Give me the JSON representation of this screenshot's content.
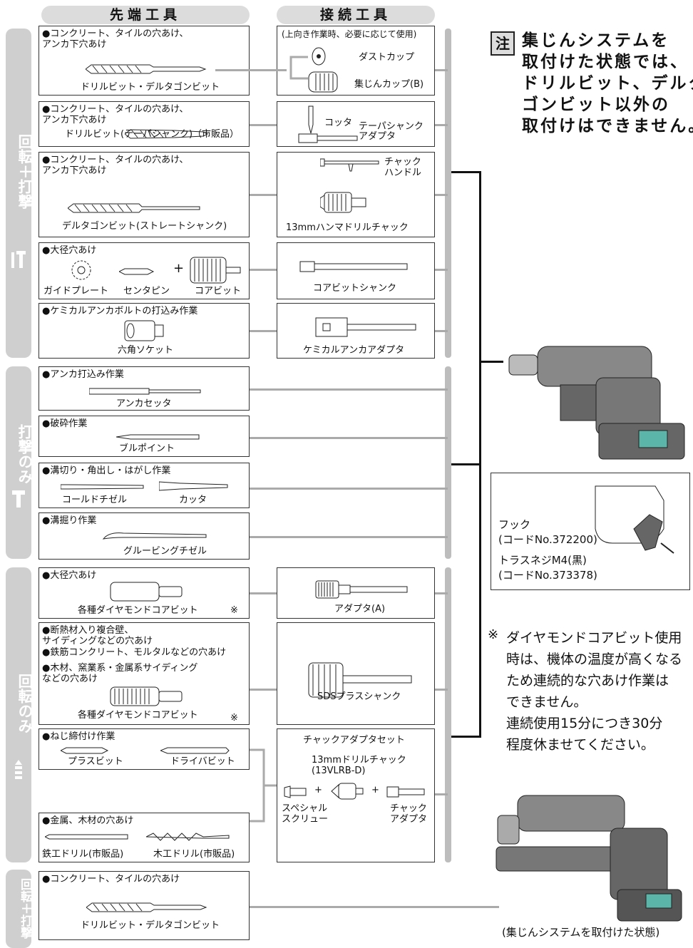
{
  "headers": {
    "tip_tools": "先端工具",
    "connect_tools": "接続工具"
  },
  "bands": {
    "rotate_hammer": "回転＋打撃",
    "hammer_only": "打撃のみ",
    "rotate_only": "回転のみ",
    "rotate_hammer_bottom": "回転＋打撃"
  },
  "tips": {
    "t1": {
      "title": "●コンクリート、タイルの穴あけ、\nアンカ下穴あけ",
      "cap": "ドリルビット・デルタゴンビット"
    },
    "t2": {
      "title": "●コンクリート、タイルの穴あけ、\nアンカ下穴あけ",
      "cap": "ドリルビット(テーパシャンク)（市販品）"
    },
    "t3": {
      "title": "●コンクリート、タイルの穴あけ、\nアンカ下穴あけ",
      "cap": "デルタゴンビット(ストレートシャンク)"
    },
    "t4": {
      "title": "●大径穴あけ",
      "cap1": "ガイドプレート",
      "cap2": "センタピン",
      "cap3": "コアビット",
      "plus": "+"
    },
    "t5": {
      "title": "●ケミカルアンカボルトの打込み作業",
      "cap": "六角ソケット"
    },
    "t6": {
      "title": "●アンカ打込み作業",
      "cap": "アンカセッタ"
    },
    "t7": {
      "title": "●破砕作業",
      "cap": "ブルポイント"
    },
    "t8": {
      "title": "●溝切り・角出し・はがし作業",
      "cap1": "コールドチゼル",
      "cap2": "カッタ"
    },
    "t9": {
      "title": "●溝掘り作業",
      "cap": "グルービングチゼル"
    },
    "t10": {
      "title": "●大径穴あけ",
      "cap": "各種ダイヤモンドコアビット",
      "mark": "※"
    },
    "t11": {
      "title1": "●断熱材入り複合壁、\nサイディングなどの穴あけ",
      "title2": "●鉄筋コンクリート、モルタルなどの穴あけ",
      "title3": "●木材、窯業系・金属系サイディング\nなどの穴あけ",
      "cap": "各種ダイヤモンドコアビット",
      "mark": "※"
    },
    "t12": {
      "title": "●ねじ締付け作業",
      "cap1": "プラスビット",
      "cap2": "ドライバビット"
    },
    "t13": {
      "title": "●金属、木材の穴あけ",
      "cap1": "鉄工ドリル(市販品)",
      "cap2": "木工ドリル(市販品)"
    },
    "t14": {
      "title": "●コンクリート、タイルの穴あけ",
      "cap": "ドリルビット・デルタゴンビット"
    }
  },
  "connects": {
    "c1": {
      "title": "(上向き作業時、必要に応じて使用)",
      "cap1": "ダストカップ",
      "cap2": "集じんカップ(B)"
    },
    "c2": {
      "cap1": "コッタ",
      "cap2": "テーパシャンク\nアダプタ"
    },
    "c3": {
      "cap1": "チャック\nハンドル",
      "cap2": "13mmハンマドリルチャック"
    },
    "c4": {
      "cap": "コアビットシャンク"
    },
    "c5": {
      "cap": "ケミカルアンカアダプタ"
    },
    "c6": {
      "cap": "アダプタ(A)"
    },
    "c7": {
      "cap": "SDSプラスシャンク"
    },
    "c8": {
      "title": "チャックアダプタセット",
      "sub": "13mmドリルチャック\n(13VLRB-D)",
      "cap1": "スペシャル\nスクリュー",
      "cap2": "チャック\nアダプタ",
      "plus": "+"
    }
  },
  "note": {
    "badge": "注",
    "text": "集じんシステムを\n取付けた状態では、\nドリルビット、デルタ\nゴンビット以外の\n取付けはできません。"
  },
  "hook_box": {
    "hook": "フック\n(コードNo.372200)",
    "screw": "トラスネジM4(黒)\n(コードNo.373378)"
  },
  "footnote": {
    "mark": "※",
    "text": "ダイヤモンドコアビット使用\n時は、機体の温度が高くなる\nため連続的な穴あけ作業は\nできません。\n連続使用15分につき30分\n程度休ませてください。"
  },
  "dust_caption": "(集じんシステムを取付けた状態)"
}
